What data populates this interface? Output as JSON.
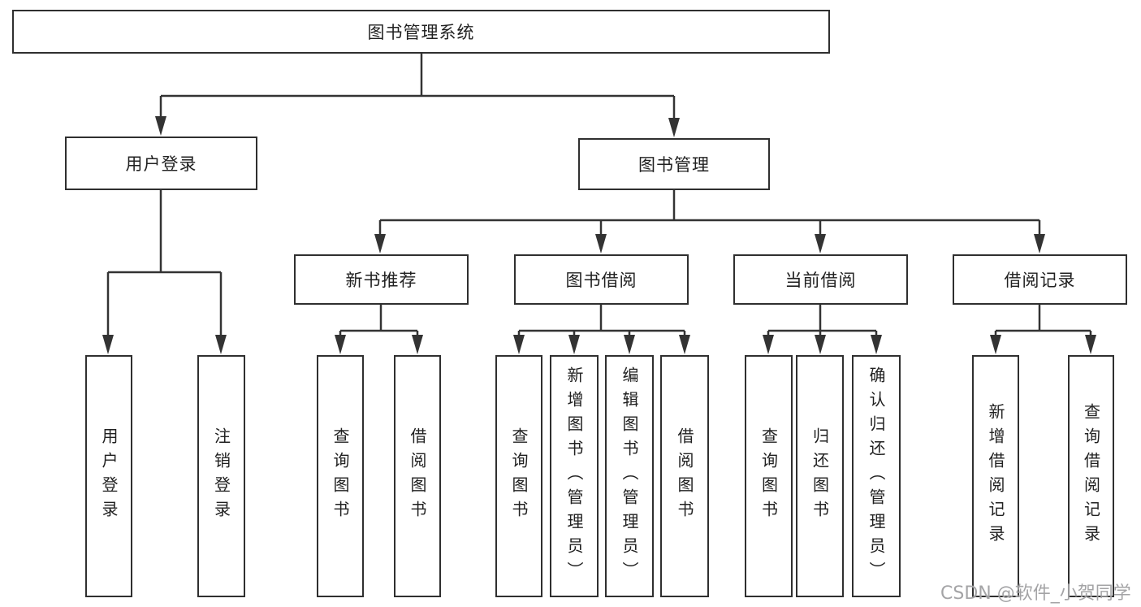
{
  "diagram": {
    "root": {
      "label": "图书管理系统"
    },
    "branches": [
      {
        "label": "用户登录",
        "children": [
          {
            "label": "用户登录"
          },
          {
            "label": "注销登录"
          }
        ]
      },
      {
        "label": "图书管理",
        "children": [
          {
            "label": "新书推荐",
            "children": [
              {
                "label": "查询图书"
              },
              {
                "label": "借阅图书"
              }
            ]
          },
          {
            "label": "图书借阅",
            "children": [
              {
                "label": "查询图书"
              },
              {
                "label": "新增图书（管理员）"
              },
              {
                "label": "编辑图书（管理员）"
              },
              {
                "label": "借阅图书"
              }
            ]
          },
          {
            "label": "当前借阅",
            "children": [
              {
                "label": "查询图书"
              },
              {
                "label": "归还图书"
              },
              {
                "label": "确认归还（管理员）"
              }
            ]
          },
          {
            "label": "借阅记录",
            "children": [
              {
                "label": "新增借阅记录"
              },
              {
                "label": "查询借阅记录"
              }
            ]
          }
        ]
      }
    ]
  },
  "watermark": {
    "text": "CSDN @软件_小贺同学"
  },
  "colors": {
    "line": "#333333",
    "box_border": "#2f2f2f",
    "text": "#212121",
    "watermark": "#949496",
    "background": "#ffffff"
  }
}
